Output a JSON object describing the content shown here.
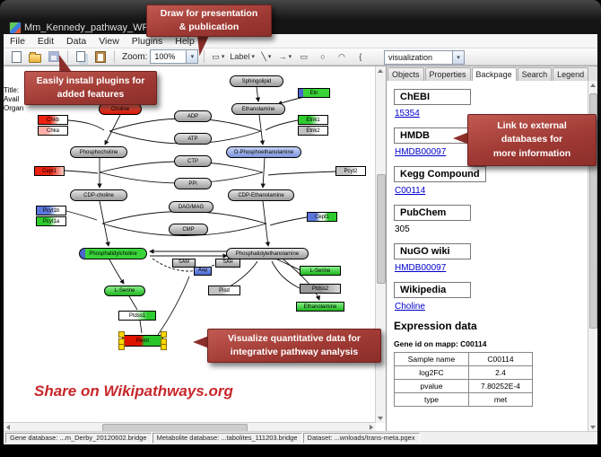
{
  "window": {
    "title": "Mm_Kennedy_pathway_WP1771_45176.gpml"
  },
  "menu": {
    "items": [
      "File",
      "Edit",
      "Data",
      "View",
      "Plugins",
      "Help"
    ]
  },
  "toolbar": {
    "zoom_label": "Zoom:",
    "zoom_value": "100%",
    "caret": "▾",
    "tools": [
      {
        "name": "gene-product-tool",
        "glyph": "▭"
      },
      {
        "name": "label-tool",
        "glyph": "Label"
      },
      {
        "name": "line-tool",
        "glyph": "╲"
      },
      {
        "name": "connector-tool",
        "glyph": "→"
      },
      {
        "name": "rectangle-tool",
        "glyph": "▭"
      },
      {
        "name": "ellipse-tool",
        "glyph": "○"
      },
      {
        "name": "arc-tool",
        "glyph": "◠"
      },
      {
        "name": "brace-tool",
        "glyph": "{"
      }
    ],
    "visualization_value": "visualization"
  },
  "canvas": {
    "info_labels": [
      "Title:",
      "Avail",
      "Organ"
    ],
    "share_text": "Share on Wikipathways.org",
    "nodes": [
      {
        "label": "Sphingolipid"
      },
      {
        "label": "Etn"
      },
      {
        "label": "Choline"
      },
      {
        "label": "ADP"
      },
      {
        "label": "Ethanolamine"
      },
      {
        "label": "Chkb"
      },
      {
        "label": "Chka"
      },
      {
        "label": "Etnk1"
      },
      {
        "label": "Etnk2"
      },
      {
        "label": "ATP"
      },
      {
        "label": "Phosphocholine"
      },
      {
        "label": "O-Phosphoethanolamine"
      },
      {
        "label": "CTP"
      },
      {
        "label": "Cept1"
      },
      {
        "label": "Pcyt2"
      },
      {
        "label": "PPi"
      },
      {
        "label": "CDP-choline"
      },
      {
        "label": "CDP-Ethanolamine"
      },
      {
        "label": "Pcyt1b"
      },
      {
        "label": "Pcyt1a"
      },
      {
        "label": "DAG/MAG"
      },
      {
        "label": "Cept1"
      },
      {
        "label": "CMP"
      },
      {
        "label": "Phosphatidylcholine"
      },
      {
        "label": "Phosphatidylethanolamine"
      },
      {
        "label": "SAM"
      },
      {
        "label": "Aag"
      },
      {
        "label": "SAH"
      },
      {
        "label": "L-Serine"
      },
      {
        "label": "Ptdss2"
      },
      {
        "label": "Pisd"
      },
      {
        "label": "L-Serine"
      },
      {
        "label": "Ethanolamine"
      },
      {
        "label": "Ptdss1"
      },
      {
        "label": "Pemt"
      }
    ]
  },
  "callouts": {
    "draw": {
      "line1": "Draw for presentation",
      "line2": "& publication"
    },
    "plugins": {
      "line1": "Easily install plugins for",
      "line2": "added features"
    },
    "databases": {
      "line1": "Link  to external",
      "line2": "databases  for",
      "line3": "more information"
    },
    "visualize": {
      "line1": "Visualize quantitative  data  for",
      "line2": "integrative pathway analysis"
    }
  },
  "sidebar": {
    "tabs": [
      "Objects",
      "Properties",
      "Backpage",
      "Search",
      "Legend"
    ],
    "sections": [
      {
        "header": "ChEBI",
        "value": "15354"
      },
      {
        "header": "HMDB",
        "value": "HMDB00097"
      },
      {
        "header": "Kegg Compound",
        "value": "C00114"
      },
      {
        "header": "PubChem",
        "value": "305"
      },
      {
        "header": "NuGO wiki",
        "value": "HMDB00097"
      },
      {
        "header": "Wikipedia",
        "value": "Choline"
      }
    ],
    "expression": {
      "title": "Expression data",
      "gene_id_line": "Gene id on mapp: C00114",
      "table_rows": [
        [
          "Sample name",
          "C00114"
        ],
        [
          "log2FC",
          "2.4"
        ],
        [
          "pvalue",
          "7.80252E-4"
        ],
        [
          "type",
          "met"
        ]
      ]
    }
  },
  "statusbar": {
    "cells": [
      "Gene database: ...m_Derby_20120602.bridge",
      "Metabolite database: ...tabolites_111203.bridge",
      "Dataset: ...wnloads/trans-meta.pgex"
    ]
  }
}
